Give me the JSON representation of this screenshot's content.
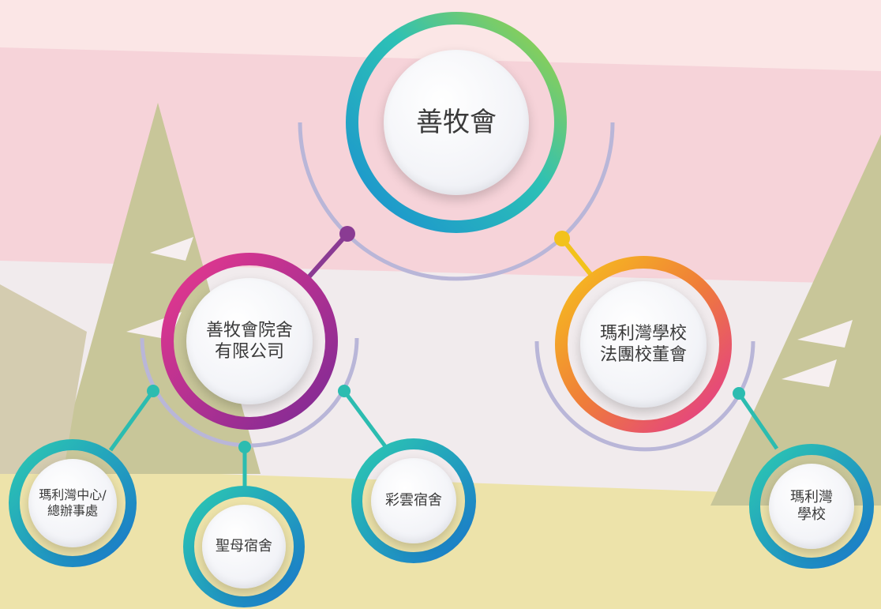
{
  "nodes": {
    "root": {
      "label": "善牧會"
    },
    "left": {
      "label": "善牧會院舍\n有限公司"
    },
    "right": {
      "label": "瑪利灣學校\n法團校董會"
    },
    "child1": {
      "label": "瑪利灣中心/\n總辦事處"
    },
    "child2": {
      "label": "聖母宿舍"
    },
    "child3": {
      "label": "彩雲宿舍"
    },
    "child4": {
      "label": "瑪利灣\n學校"
    }
  },
  "colors": {
    "arc": "#b9b6d8",
    "root_ring": [
      "#1a8fd1",
      "#2cc0b6",
      "#8fd14f"
    ],
    "left_ring": [
      "#e2388f",
      "#8c2b94"
    ],
    "right_ring": [
      "#f7c21c",
      "#ef7c3a",
      "#e2388f"
    ],
    "child_ring": [
      "#22b9b4",
      "#1a8fd1"
    ],
    "dot_purple": "#8a3b93",
    "dot_yellow": "#f2c21c",
    "dot_teal": "#2cbcb0"
  }
}
